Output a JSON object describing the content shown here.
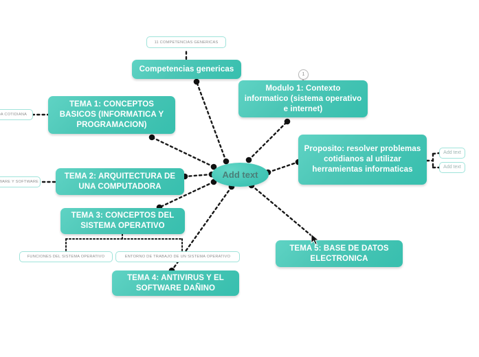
{
  "app": {
    "type": "mind-map",
    "background_color": "#ffffff",
    "node_color": "#46c8b8",
    "node_text_color": "#ffffff",
    "tag_border_color": "#9fe3da",
    "tag_text_color": "#8d8d8d",
    "edge_color": "#1a1a1a"
  },
  "center": {
    "label": "Add text"
  },
  "nodes": [
    {
      "id": "competencias",
      "label": "Competencias genericas"
    },
    {
      "id": "modulo1",
      "label": "Modulo 1: Contexto informatico (sistema operativo e internet)"
    },
    {
      "id": "proposito",
      "label": "Proposito: resolver problemas cotidianos al utilizar herramientas informaticas"
    },
    {
      "id": "tema1",
      "label": "TEMA 1: CONCEPTOS BASICOS (INFORMATICA Y PROGRAMACION)"
    },
    {
      "id": "tema2",
      "label": "TEMA 2: ARQUITECTURA DE UNA COMPUTADORA"
    },
    {
      "id": "tema3",
      "label": "TEMA 3: CONCEPTOS DEL SISTEMA OPERATIVO"
    },
    {
      "id": "tema4",
      "label": "TEMA 4: ANTIVIRUS Y EL SOFTWARE DAÑINO"
    },
    {
      "id": "tema5",
      "label": "TEMA 5: BASE DE DATOS ELECTRONICA"
    }
  ],
  "tags": [
    {
      "id": "tag-competencias",
      "label": "11 COMPETENCIAS GENERICAS"
    },
    {
      "id": "tag-cotidiana",
      "label": "VIDA COTIDIANA"
    },
    {
      "id": "tag-hardware",
      "label": "HARDWARE Y SOFTWARE"
    },
    {
      "id": "tag-funciones",
      "label": "FUNCIONES DEL SISTEMA OPERATIVO"
    },
    {
      "id": "tag-entorno",
      "label": "ENTORNO DE TRABAJO DE UN SISTEMA OPERATIVO"
    },
    {
      "id": "tag-add-1",
      "label": "Add text"
    },
    {
      "id": "tag-add-2",
      "label": "Add text"
    }
  ],
  "badge": {
    "label": "1"
  }
}
